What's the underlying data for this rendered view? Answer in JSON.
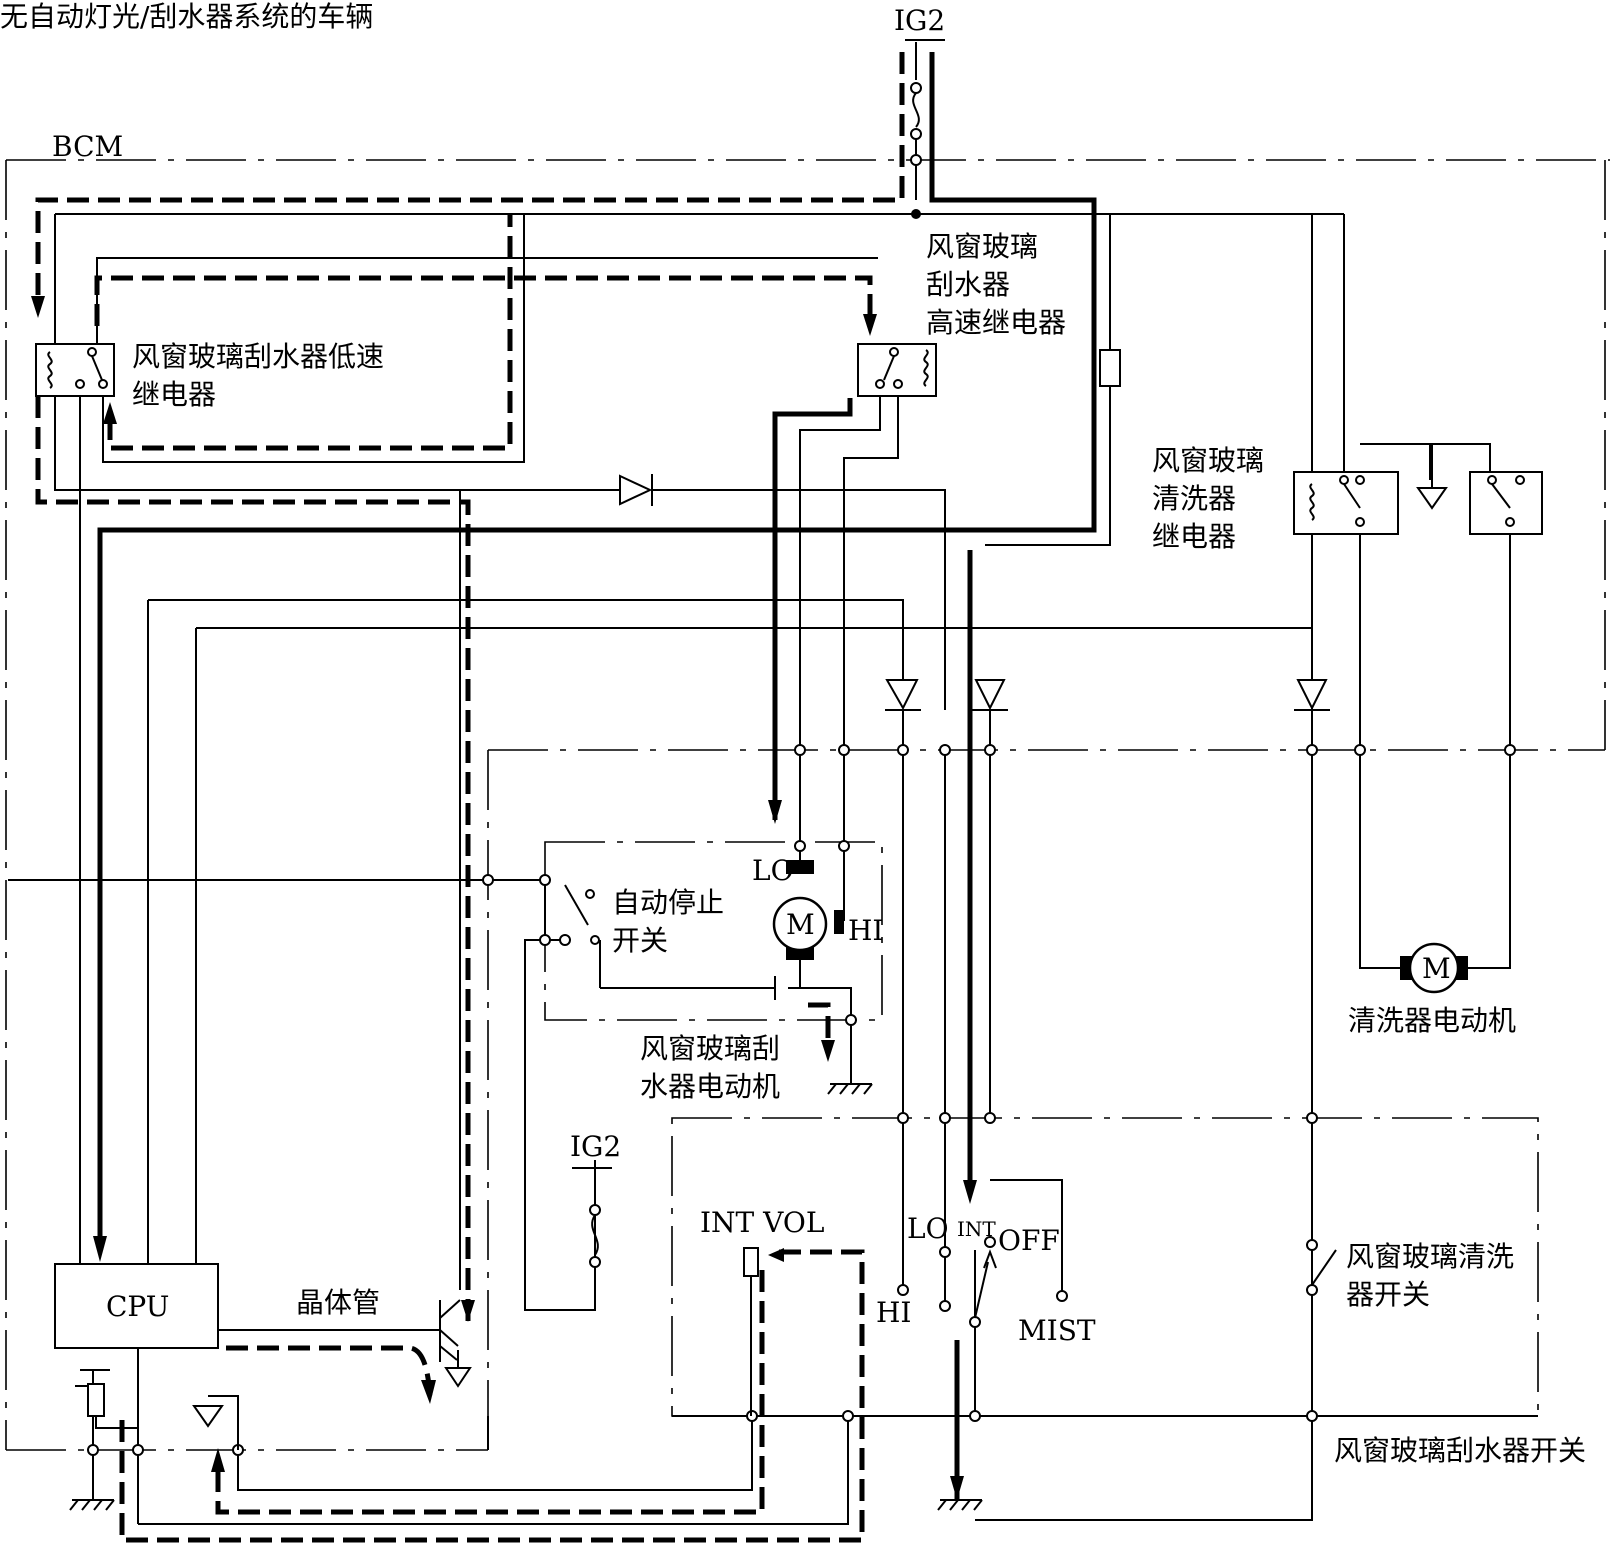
{
  "title": "无自动灯光/刮水器系统的车辆",
  "bcm_label": "BCM",
  "ig2_top": "IG2",
  "ig2_mid": "IG2",
  "low_relay": [
    "风窗玻璃刮水器低速",
    "继电器"
  ],
  "high_relay": [
    "风窗玻璃",
    "刮水器",
    "高速继电器"
  ],
  "washer_relay": [
    "风窗玻璃",
    "清洗器",
    "继电器"
  ],
  "auto_stop": [
    "自动停止",
    "开关"
  ],
  "wiper_motor": [
    "风窗玻璃刮",
    "水器电动机"
  ],
  "washer_motor": "清洗器电动机",
  "motor_symbol": "M",
  "lo": "LO",
  "hi": "HI",
  "cpu": "CPU",
  "transistor": "晶体管",
  "int_vol": "INT VOL",
  "switch_lo": "LO",
  "switch_int": "INT",
  "switch_off": "OFF",
  "switch_hi": "HI",
  "switch_mist": "MIST",
  "washer_switch": [
    "风窗玻璃清洗",
    "器开关"
  ],
  "wiper_switch": "风窗玻璃刮水器开关"
}
